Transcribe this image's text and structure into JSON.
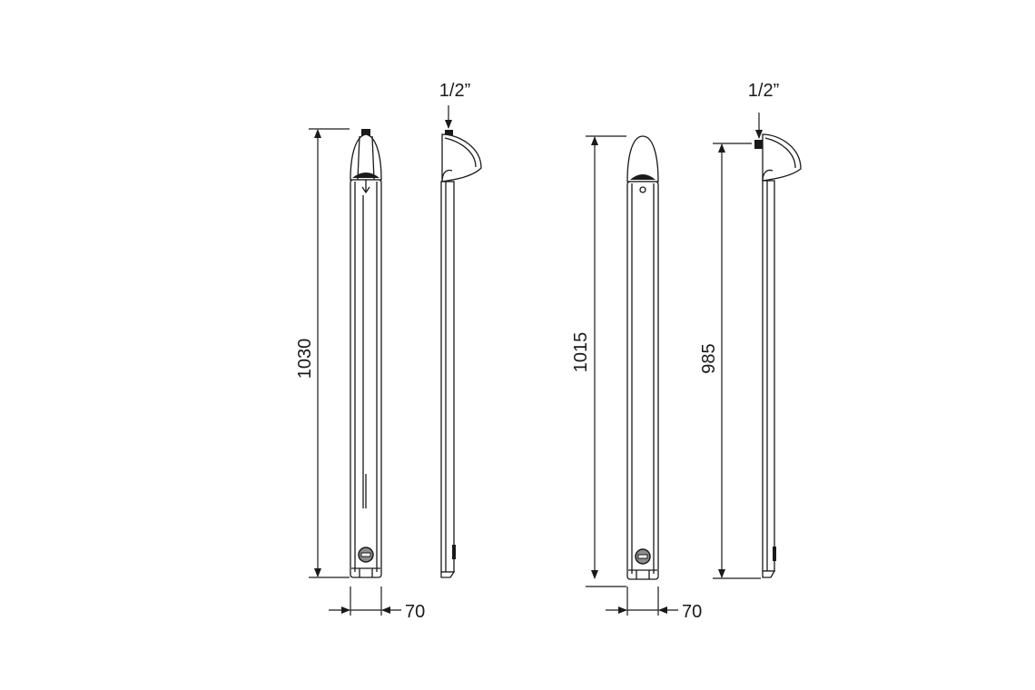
{
  "drawing": {
    "left_unit": {
      "height_dim": "1030",
      "width_dim": "70",
      "inlet_label": "1/2”"
    },
    "right_unit": {
      "height_dim": "1015",
      "side_height_dim": "985",
      "width_dim": "70",
      "inlet_label": "1/2”"
    },
    "colors": {
      "line": "#1a1a1a",
      "button": "#8c8c8c",
      "background": "#ffffff"
    }
  }
}
